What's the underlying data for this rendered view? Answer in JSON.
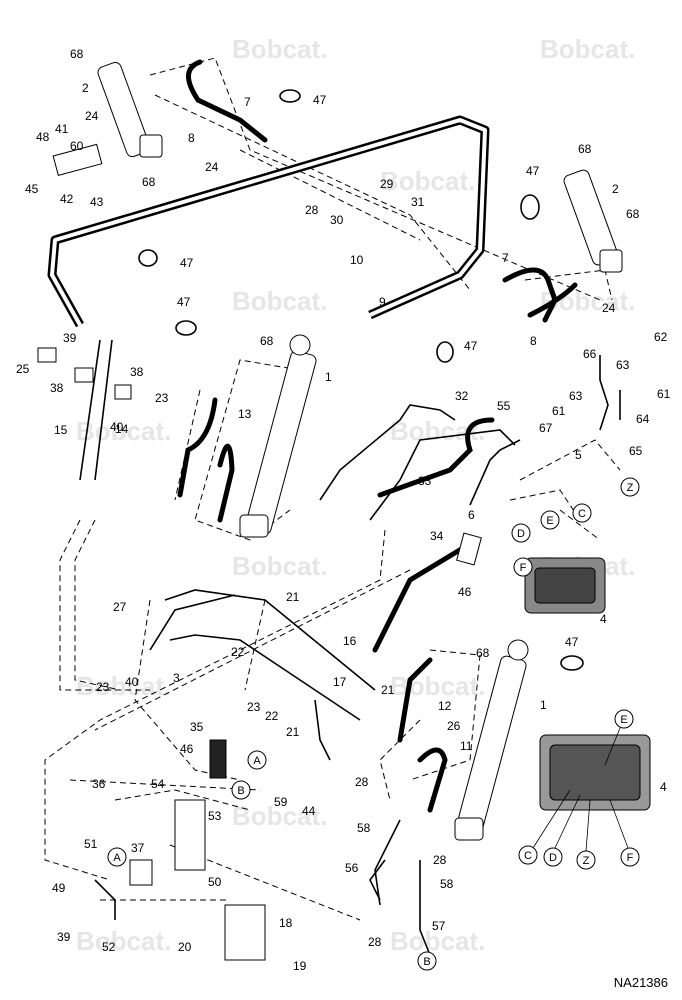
{
  "watermark": {
    "text": "Bobcat."
  },
  "drawing_code": "NA21386",
  "callouts": {
    "c68a": "68",
    "c2a": "2",
    "c7a": "7",
    "c47a": "47",
    "c24a": "24",
    "c8a": "8",
    "c48": "48",
    "c41": "41",
    "c60": "60",
    "c45": "45",
    "c42": "42",
    "c43": "43",
    "c68b": "68",
    "c24b": "24",
    "c29": "29",
    "c28a": "28",
    "c30": "30",
    "c31": "31",
    "c10": "10",
    "c9": "9",
    "c47b": "47",
    "c68c": "68",
    "c47c": "47",
    "c2b": "2",
    "c68d": "68",
    "c7b": "7",
    "c24c": "24",
    "c8b": "8",
    "c47d": "47",
    "c47e": "47",
    "c39a": "39",
    "c25": "25",
    "c38a": "38",
    "c38b": "38",
    "c68e": "68",
    "c1a": "1",
    "c23a": "23",
    "c40a": "40",
    "c15": "15",
    "c14": "14",
    "c13": "13",
    "c62": "62",
    "c66": "66",
    "c63a": "63",
    "c61a": "61",
    "c63b": "63",
    "c61b": "61",
    "c67": "67",
    "c64": "64",
    "c65": "65",
    "c32": "32",
    "c55": "55",
    "c5": "5",
    "c33": "33",
    "c6": "6",
    "c34": "34",
    "c46a": "46",
    "c4a": "4",
    "c47f": "47",
    "c27": "27",
    "c21a": "21",
    "c16": "16",
    "c22a": "22",
    "c3": "3",
    "c23b": "23",
    "c40b": "40",
    "c17": "17",
    "c21b": "21",
    "c23c": "23",
    "c22b": "22",
    "c21c": "21",
    "c68f": "68",
    "c1b": "1",
    "c12": "12",
    "c26": "26",
    "c11": "11",
    "c35": "35",
    "c46b": "46",
    "c36": "36",
    "c54": "54",
    "c53": "53",
    "c59": "59",
    "c44": "44",
    "c51": "51",
    "c37": "37",
    "c50": "50",
    "c28b": "28",
    "c58a": "58",
    "c56": "56",
    "c28c": "28",
    "c58b": "58",
    "c57": "57",
    "c28d": "28",
    "c4b": "4",
    "c49": "49",
    "c52": "52",
    "c39b": "39",
    "c18": "18",
    "c20": "20",
    "c19": "19"
  },
  "circle_labels": {
    "zA": "Z",
    "D1": "D",
    "E1": "E",
    "C1": "C",
    "F1": "F",
    "A1": "A",
    "B1": "B",
    "A2": "A",
    "B2": "B",
    "E2": "E",
    "C2": "C",
    "D2": "D",
    "Z2": "Z",
    "F2": "F"
  }
}
